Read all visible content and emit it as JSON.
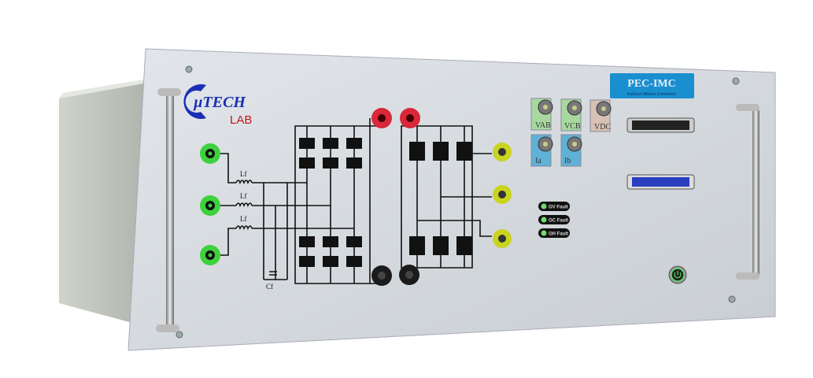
{
  "logo": {
    "brand": "µTECH",
    "sub": "LAB"
  },
  "nameplate": {
    "title": "PEC-IMC",
    "subtitle": "Indirect Matrix Converter",
    "color": "#1a8fd0"
  },
  "schematic": {
    "inductor_label": "Lf",
    "capacitor_label": "Cf"
  },
  "bnc_connectors": [
    {
      "label": "VAB",
      "color": "#a8d8a0"
    },
    {
      "label": "VCB",
      "color": "#a8d8a0"
    },
    {
      "label": "VDC",
      "color": "#d9c0b4"
    },
    {
      "label": "Ia",
      "color": "#5fb2d6"
    },
    {
      "label": "Ib",
      "color": "#5fb2d6"
    }
  ],
  "fault_indicators": [
    {
      "label": "OV Fault"
    },
    {
      "label": "OC Fault"
    },
    {
      "label": "OH Fault"
    }
  ],
  "terminal_colors": {
    "input": "#3ed13e",
    "dc_pos": "#d8283a",
    "dc_neg": "#1b1b1b",
    "output": "#c9d41f"
  }
}
